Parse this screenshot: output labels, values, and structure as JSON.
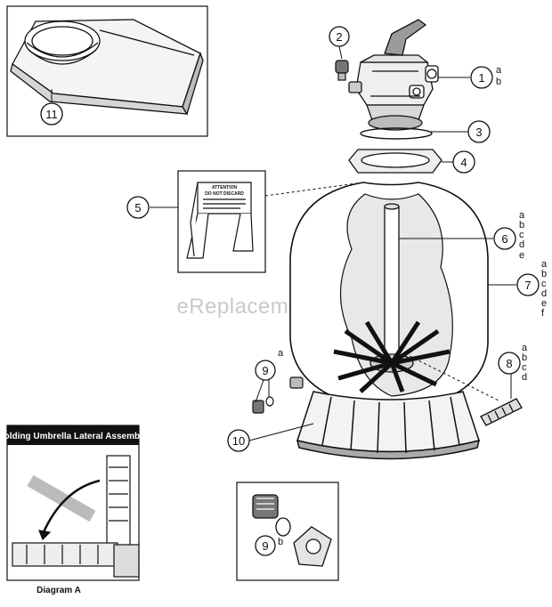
{
  "watermark": "eReplacementParts.com",
  "inset_diagram": {
    "title": "Folding Umbrella Lateral Assembly",
    "caption": "Diagram A"
  },
  "warning_sign": {
    "line1": "ATTENTION",
    "line2": "DO NOT DISCARD"
  },
  "callouts": [
    {
      "id": "1",
      "suffixes": [
        "a",
        "b"
      ]
    },
    {
      "id": "2",
      "suffixes": []
    },
    {
      "id": "3",
      "suffixes": []
    },
    {
      "id": "4",
      "suffixes": []
    },
    {
      "id": "5",
      "suffixes": []
    },
    {
      "id": "6",
      "suffixes": [
        "a",
        "b",
        "c",
        "d",
        "e"
      ]
    },
    {
      "id": "7",
      "suffixes": [
        "a",
        "b",
        "c",
        "d",
        "e",
        "f"
      ]
    },
    {
      "id": "8",
      "suffixes": [
        "a",
        "b",
        "c",
        "d"
      ]
    },
    {
      "id": "9",
      "suffixes": [
        "a"
      ]
    },
    {
      "id": "9",
      "suffixes": [
        "b"
      ]
    },
    {
      "id": "10",
      "suffixes": []
    },
    {
      "id": "11",
      "suffixes": []
    }
  ]
}
